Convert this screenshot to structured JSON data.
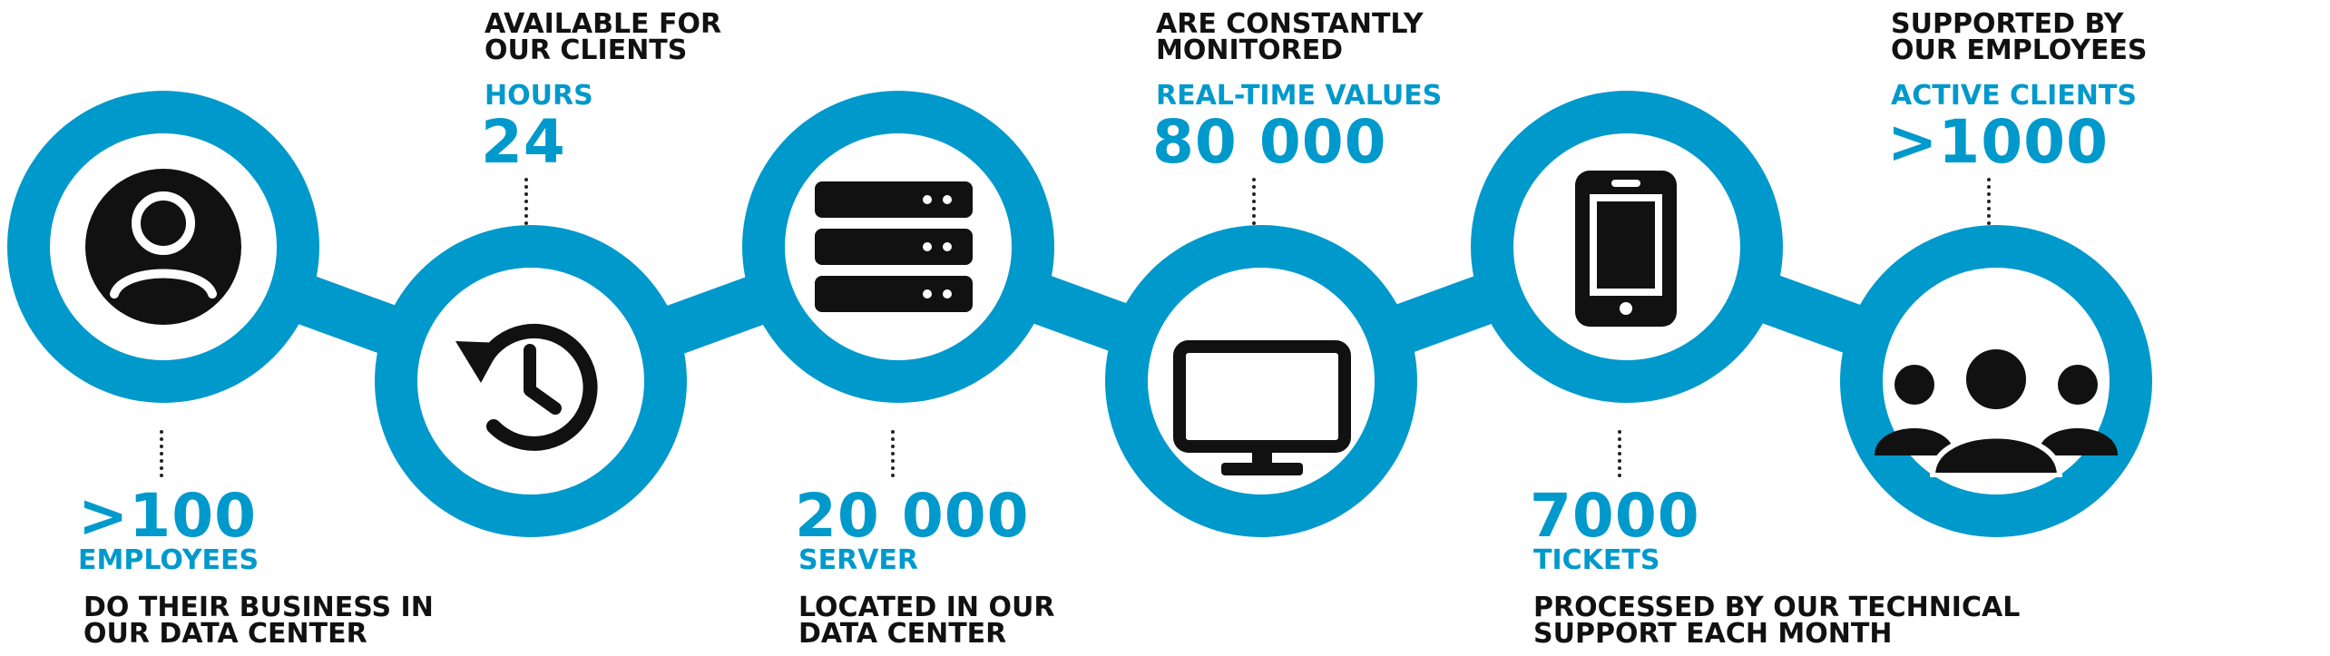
{
  "colors": {
    "accent": "#0099cc",
    "text": "#111111",
    "icon": "#111111",
    "background": "#ffffff"
  },
  "stats": [
    {
      "value": ">100",
      "unit": "EMPLOYEES",
      "desc_line1": "DO THEIR BUSINESS IN",
      "desc_line2": "OUR DATA CENTER",
      "icon": "person-circle-icon"
    },
    {
      "value": "24",
      "unit": "HOURS",
      "desc_line1": "AVAILABLE FOR",
      "desc_line2": "OUR CLIENTS",
      "icon": "history-clock-icon"
    },
    {
      "value": "20 000",
      "unit": "SERVER",
      "desc_line1": "LOCATED IN OUR",
      "desc_line2": "DATA CENTER",
      "icon": "server-stack-icon"
    },
    {
      "value": "80 000",
      "unit": "REAL-TIME VALUES",
      "desc_line1": "ARE CONSTANTLY",
      "desc_line2": "MONITORED",
      "icon": "monitor-icon"
    },
    {
      "value": "7000",
      "unit": "TICKETS",
      "desc_line1": "PROCESSED BY OUR TECHNICAL",
      "desc_line2": "SUPPORT EACH MONTH",
      "icon": "smartphone-icon"
    },
    {
      "value": ">1000",
      "unit": "ACTIVE CLIENTS",
      "desc_line1": "SUPPORTED BY",
      "desc_line2": "OUR EMPLOYEES",
      "icon": "users-group-icon"
    }
  ]
}
